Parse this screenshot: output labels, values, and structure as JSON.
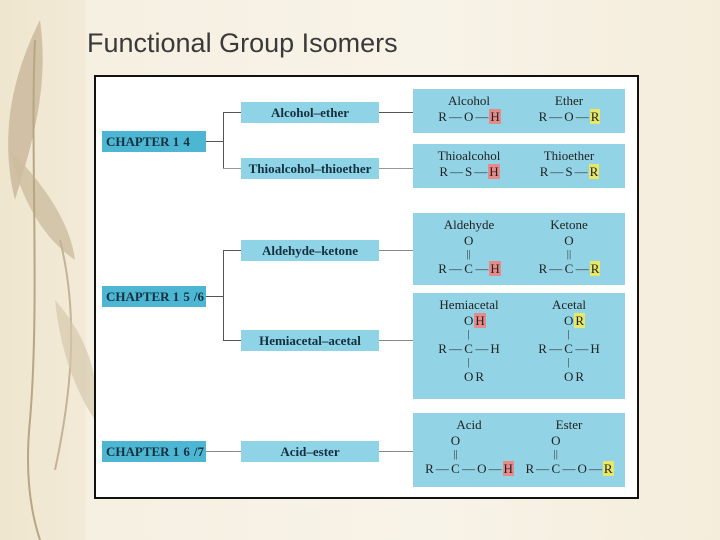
{
  "title": "Functional Group Isomers",
  "colors": {
    "chapter_box": "#4db6d3",
    "pair_box": "#8fd3e6",
    "panel": "#92d4e6",
    "highlight_h": "#e88a8a",
    "highlight_r": "#e6e866"
  },
  "chapters": [
    {
      "label": "CHAPTER 1",
      "num": "4",
      "num_overlay": ""
    },
    {
      "label": "CHAPTER 1",
      "num": "5",
      "num_overlay": "6"
    },
    {
      "label": "CHAPTER 1",
      "num": "6",
      "num_overlay": "7"
    }
  ],
  "pairs": [
    "Alcohol–ether",
    "Thioalcohol–thioether",
    "Aldehyde–ketone",
    "Hemiacetal–acetal",
    "Acid–ester"
  ],
  "panels": [
    {
      "left": {
        "name": "Alcohol",
        "main": {
          "L": [
            {
              "t": "R"
            },
            {
              "t": "—",
              "b": 1
            },
            {
              "t": "O"
            },
            {
              "t": "—",
              "b": 1
            },
            {
              "t": "H",
              "hl": "red"
            }
          ]
        }
      },
      "right": {
        "name": "Ether",
        "main": {
          "L": [
            {
              "t": "R"
            },
            {
              "t": "—",
              "b": 1
            },
            {
              "t": "O"
            },
            {
              "t": "—",
              "b": 1
            },
            {
              "t": "R",
              "hl": "yellow"
            }
          ]
        }
      }
    },
    {
      "left": {
        "name": "Thioalcohol",
        "main": {
          "L": [
            {
              "t": "R"
            },
            {
              "t": "—",
              "b": 1
            },
            {
              "t": "S"
            },
            {
              "t": "—",
              "b": 1
            },
            {
              "t": "H",
              "hl": "red"
            }
          ]
        }
      },
      "right": {
        "name": "Thioether",
        "main": {
          "L": [
            {
              "t": "R"
            },
            {
              "t": "—",
              "b": 1
            },
            {
              "t": "S"
            },
            {
              "t": "—",
              "b": 1
            },
            {
              "t": "R",
              "hl": "yellow"
            }
          ]
        }
      }
    },
    {
      "left": {
        "name": "Aldehyde",
        "top": {
          "C": "O"
        },
        "top_bond": "||",
        "main": {
          "L": [
            {
              "t": "R"
            },
            {
              "t": "—",
              "b": 1
            }
          ],
          "C": "C",
          "R": [
            {
              "t": "—",
              "b": 1
            },
            {
              "t": "H",
              "hl": "red"
            }
          ]
        }
      },
      "right": {
        "name": "Ketone",
        "top": {
          "C": "O"
        },
        "top_bond": "||",
        "main": {
          "L": [
            {
              "t": "R"
            },
            {
              "t": "—",
              "b": 1
            }
          ],
          "C": "C",
          "R": [
            {
              "t": "—",
              "b": 1
            },
            {
              "t": "R",
              "hl": "yellow"
            }
          ]
        }
      }
    },
    {
      "left": {
        "name": "Hemiacetal",
        "top": {
          "C": "O",
          "R": [
            {
              "t": "H",
              "hl": "red"
            }
          ]
        },
        "top_bond": "|",
        "main": {
          "L": [
            {
              "t": "R"
            },
            {
              "t": "—",
              "b": 1
            }
          ],
          "C": "C",
          "R": [
            {
              "t": "—",
              "b": 1
            },
            {
              "t": "H"
            }
          ]
        },
        "bottom_bond": "|",
        "bottom": {
          "C": "O",
          "R": [
            {
              "t": "R"
            }
          ]
        }
      },
      "right": {
        "name": "Acetal",
        "top": {
          "C": "O",
          "R": [
            {
              "t": "R",
              "hl": "yellow"
            }
          ]
        },
        "top_bond": "|",
        "main": {
          "L": [
            {
              "t": "R"
            },
            {
              "t": "—",
              "b": 1
            }
          ],
          "C": "C",
          "R": [
            {
              "t": "—",
              "b": 1
            },
            {
              "t": "H"
            }
          ]
        },
        "bottom_bond": "|",
        "bottom": {
          "C": "O",
          "R": [
            {
              "t": "R"
            }
          ]
        }
      }
    },
    {
      "left": {
        "name": "Acid",
        "top": {
          "C": "O"
        },
        "top_bond": "||",
        "main": {
          "L": [
            {
              "t": "R"
            },
            {
              "t": "—",
              "b": 1
            }
          ],
          "C": "C",
          "R": [
            {
              "t": "—",
              "b": 1
            },
            {
              "t": "O"
            },
            {
              "t": "—",
              "b": 1
            },
            {
              "t": "H",
              "hl": "red"
            }
          ]
        }
      },
      "right": {
        "name": "Ester",
        "top": {
          "C": "O"
        },
        "top_bond": "||",
        "main": {
          "L": [
            {
              "t": "R"
            },
            {
              "t": "—",
              "b": 1
            }
          ],
          "C": "C",
          "R": [
            {
              "t": "—",
              "b": 1
            },
            {
              "t": "O"
            },
            {
              "t": "—",
              "b": 1
            },
            {
              "t": "R",
              "hl": "yellow"
            }
          ]
        }
      }
    }
  ]
}
